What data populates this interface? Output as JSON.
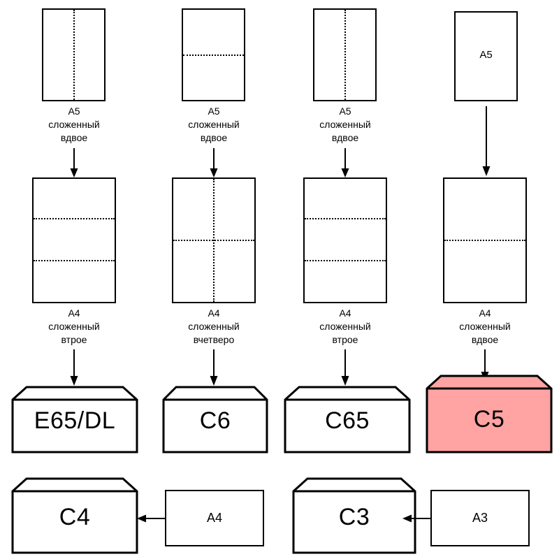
{
  "diagram": {
    "title": "Paper folding to envelope size chart",
    "language": "ru",
    "colors": {
      "stroke": "#000000",
      "paper_fill": "#ffffff",
      "highlight_fill": "#ffa3a3",
      "background": "#ffffff"
    }
  },
  "columns": [
    {
      "id": "col1",
      "top": {
        "sheet_name": "A5 sheet folded in half vertically",
        "inner_label": "",
        "caption": "A5\nсложенный\nвдвое",
        "folds": "vertical-center"
      },
      "middle": {
        "sheet_name": "A4 sheet folded in three",
        "caption": "A4\nсложенный\nвтрое",
        "folds": "two-horizontal"
      },
      "envelope": {
        "label": "E65/DL",
        "highlighted": false
      }
    },
    {
      "id": "col2",
      "top": {
        "sheet_name": "A5 sheet folded in half horizontally",
        "inner_label": "",
        "caption": "A5\nсложенный\nвдвое",
        "folds": "horizontal-center"
      },
      "middle": {
        "sheet_name": "A4 sheet folded in four",
        "caption": "A4\nсложенный\nвчетверо",
        "folds": "cross"
      },
      "envelope": {
        "label": "C6",
        "highlighted": false
      }
    },
    {
      "id": "col3",
      "top": {
        "sheet_name": "A5 sheet folded in half vertically",
        "inner_label": "",
        "caption": "A5\nсложенный\nвдвое",
        "folds": "vertical-center"
      },
      "middle": {
        "sheet_name": "A4 sheet folded in three",
        "caption": "A4\nсложенный\nвтрое",
        "folds": "two-horizontal"
      },
      "envelope": {
        "label": "C65",
        "highlighted": false
      }
    },
    {
      "id": "col4",
      "top": {
        "sheet_name": "A5 sheet unfolded",
        "inner_label": "A5",
        "caption": "",
        "folds": "none"
      },
      "middle": {
        "sheet_name": "A4 sheet folded in half",
        "caption": "A4\nсложенный\nвдвое",
        "folds": "one-horizontal"
      },
      "envelope": {
        "label": "C5",
        "highlighted": true
      }
    }
  ],
  "bottom_pairs": [
    {
      "id": "pair1",
      "envelope_label": "C4",
      "sheet_label": "A4",
      "arrow": "left"
    },
    {
      "id": "pair2",
      "envelope_label": "C3",
      "sheet_label": "A3",
      "arrow": "left"
    }
  ]
}
